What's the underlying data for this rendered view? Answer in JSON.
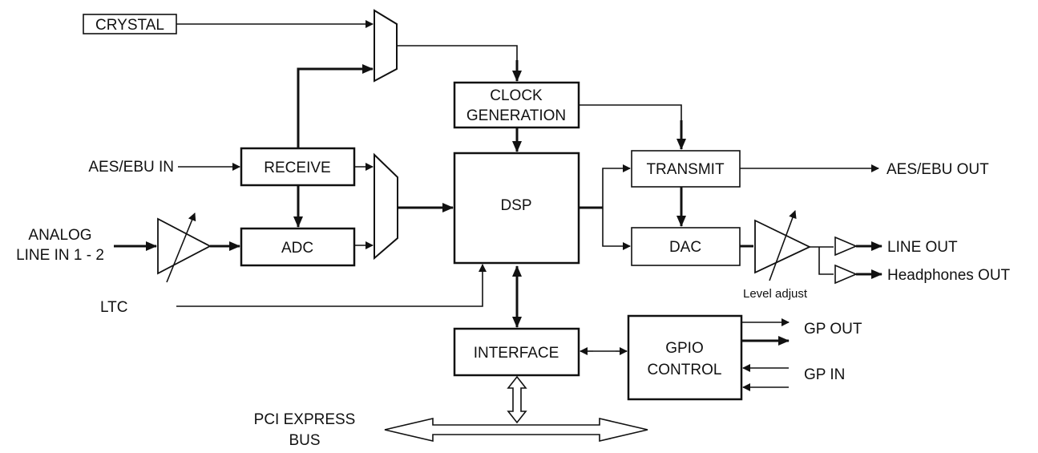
{
  "blocks": {
    "crystal": "CRYSTAL",
    "clock_line1": "CLOCK",
    "clock_line2": "GENERATION",
    "receive": "RECEIVE",
    "adc": "ADC",
    "dsp": "DSP",
    "transmit": "TRANSMIT",
    "dac": "DAC",
    "interface": "INTERFACE",
    "gpio_line1": "GPIO",
    "gpio_line2": "CONTROL"
  },
  "io": {
    "aes_in": "AES/EBU IN",
    "analog_line1": "ANALOG",
    "analog_line2": "LINE IN 1 - 2",
    "ltc": "LTC",
    "aes_out": "AES/EBU OUT",
    "line_out": "LINE OUT",
    "headphones_out": "Headphones OUT",
    "level_adjust": "Level adjust",
    "gp_out": "GP OUT",
    "gp_in": "GP IN",
    "pci_line1": "PCI EXPRESS",
    "pci_line2": "BUS"
  },
  "colors": {
    "ink": "#111111",
    "background": "#ffffff"
  }
}
